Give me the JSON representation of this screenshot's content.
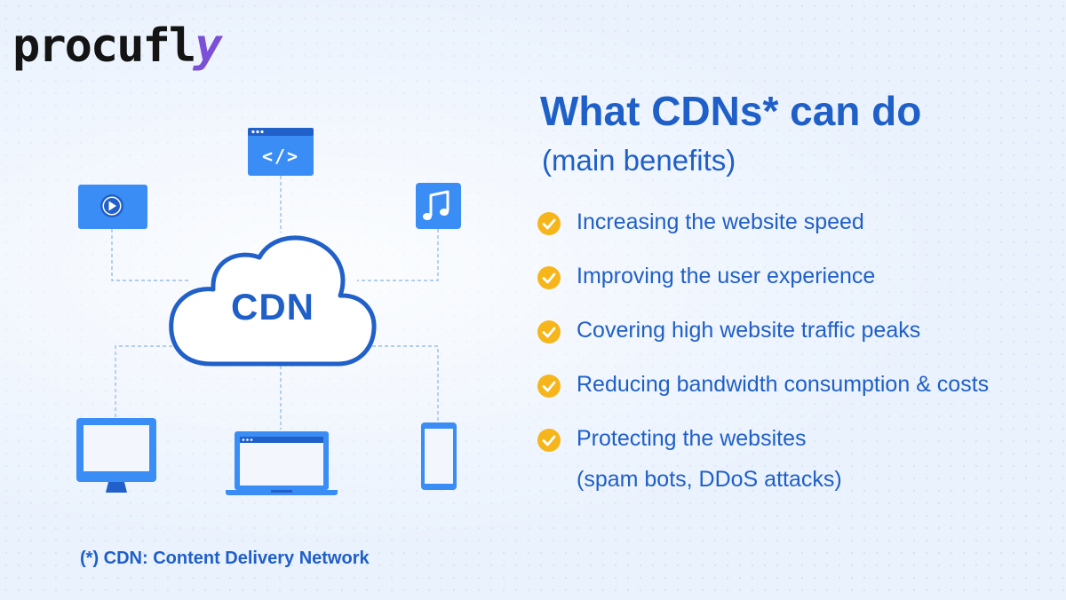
{
  "brand": {
    "logo_main": "procufl",
    "logo_tail": "y"
  },
  "diagram": {
    "center_label": "CDN",
    "icons": {
      "code": "code-window-icon",
      "video": "video-play-icon",
      "music": "music-note-icon",
      "desktop": "desktop-monitor-icon",
      "laptop": "laptop-icon",
      "phone": "smartphone-icon"
    },
    "code_symbol": "</>"
  },
  "heading": {
    "title": "What CDNs*  can do",
    "subtitle": "(main benefits)"
  },
  "benefits": [
    {
      "text": "Increasing  the website speed"
    },
    {
      "text": "Improving the user experience"
    },
    {
      "text": "Covering high website traffic peaks"
    },
    {
      "text": "Reducing bandwidth consumption & costs"
    },
    {
      "text": "Protecting the websites",
      "sub": "(spam bots, DDoS attacks)"
    }
  ],
  "footnote": "(*) CDN: Content Delivery Network",
  "colors": {
    "primary": "#1f5fc8",
    "icon_blue": "#3a8df5",
    "icon_dark": "#2160c8",
    "check": "#f6b61b",
    "background": "#eaf2fd"
  }
}
